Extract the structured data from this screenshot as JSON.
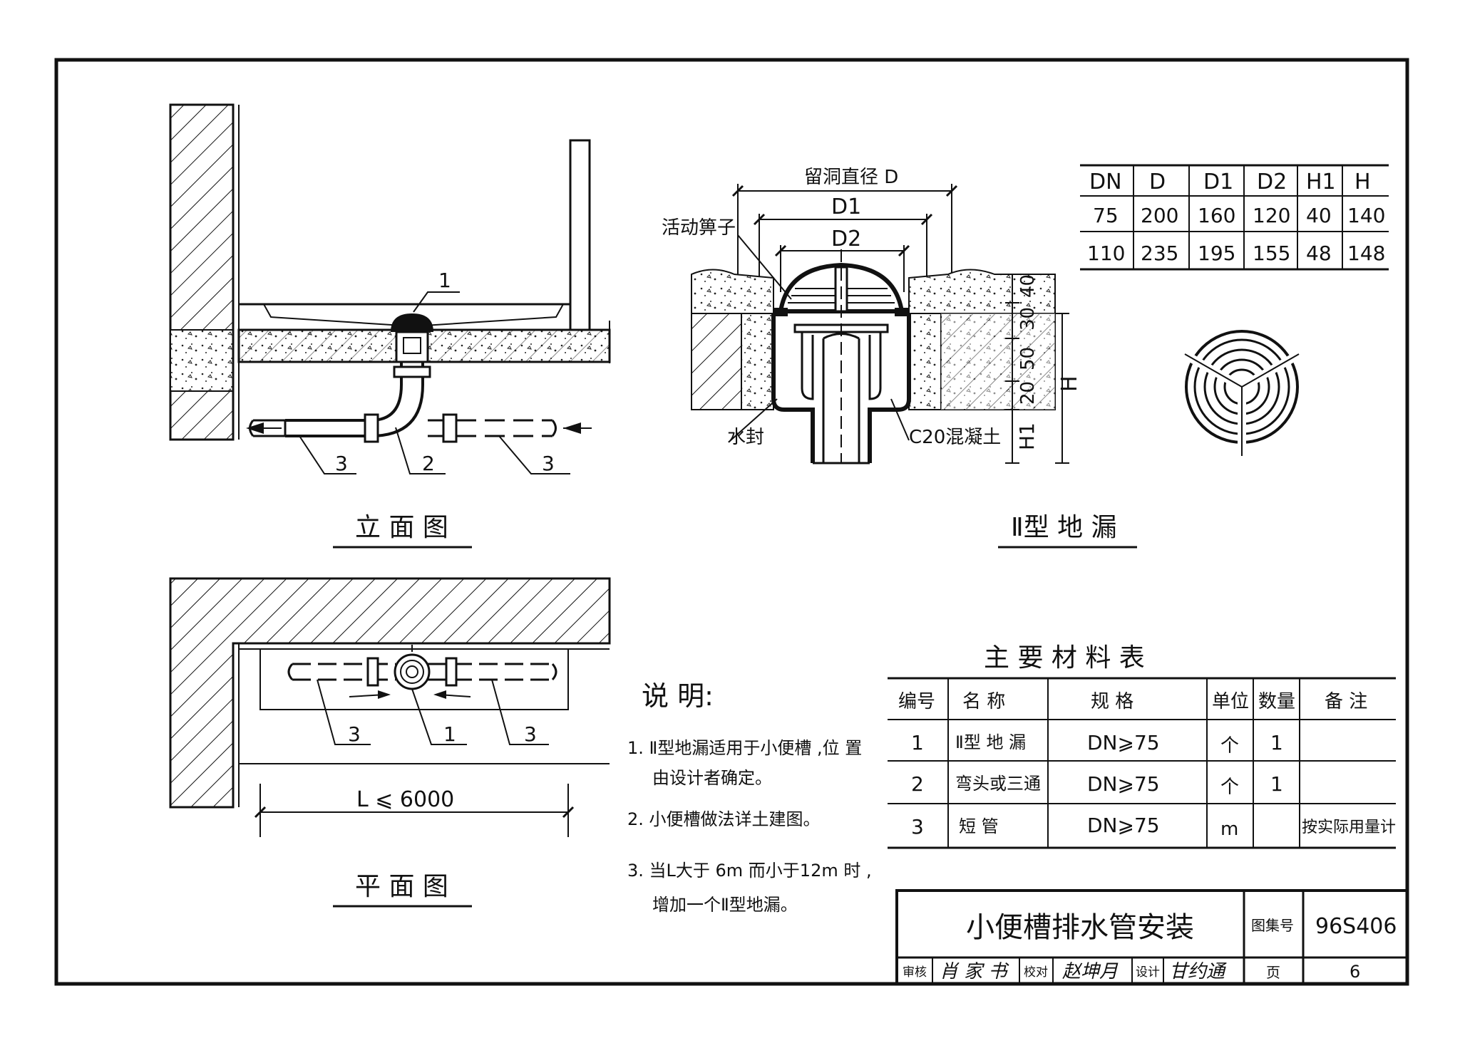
{
  "elevation": {
    "title": "立 面 图",
    "callouts": [
      "1",
      "3",
      "2",
      "3"
    ]
  },
  "plan": {
    "title": "平 面 图",
    "callouts": [
      "3",
      "1",
      "3"
    ],
    "length_label": "L ⩽ 6000"
  },
  "drain_section": {
    "title": "Ⅱ型 地 漏",
    "hole_label": "留洞直径 D",
    "d1_label": "D1",
    "d2_label": "D2",
    "grate_label": "活动箅子",
    "water_seal_label": "水封",
    "concrete_label": "C20混凝土",
    "dims": [
      "40",
      "30",
      "50",
      "20"
    ],
    "h_label": "H",
    "h1_label": "H1"
  },
  "dim_table": {
    "headers": [
      "DN",
      "D",
      "D1",
      "D2",
      "H1",
      "H"
    ],
    "rows": [
      [
        "75",
        "200",
        "160",
        "120",
        "40",
        "140"
      ],
      [
        "110",
        "235",
        "195",
        "155",
        "48",
        "148"
      ]
    ]
  },
  "notes": {
    "heading": "说 明:",
    "lines": [
      "1. Ⅱ型地漏适用于小便槽 ,位 置",
      "由设计者确定。",
      "2. 小便槽做法详土建图。",
      "3. 当L大于 6m 而小于12m 时 ,",
      "增加一个Ⅱ型地漏。"
    ]
  },
  "materials": {
    "title": "主 要 材 料 表",
    "headers": [
      "编号",
      "名 称",
      "规 格",
      "单位",
      "数量",
      "备 注"
    ],
    "rows": [
      [
        "1",
        "Ⅱ型 地 漏",
        "DN⩾75",
        "个",
        "1",
        ""
      ],
      [
        "2",
        "弯头或三通",
        "DN⩾75",
        "个",
        "1",
        ""
      ],
      [
        "3",
        "短 管",
        "DN⩾75",
        "m",
        "",
        "按实际用量计"
      ]
    ]
  },
  "title_block": {
    "title": "小便槽排水管安装",
    "atlas_label": "图集号",
    "atlas_no": "96S406",
    "review_label": "审核",
    "reviewer": "肖 家 书",
    "check_label": "校对",
    "checker": "赵坤月",
    "design_label": "设计",
    "designer": "甘约通",
    "page_label": "页",
    "page_no": "6"
  }
}
